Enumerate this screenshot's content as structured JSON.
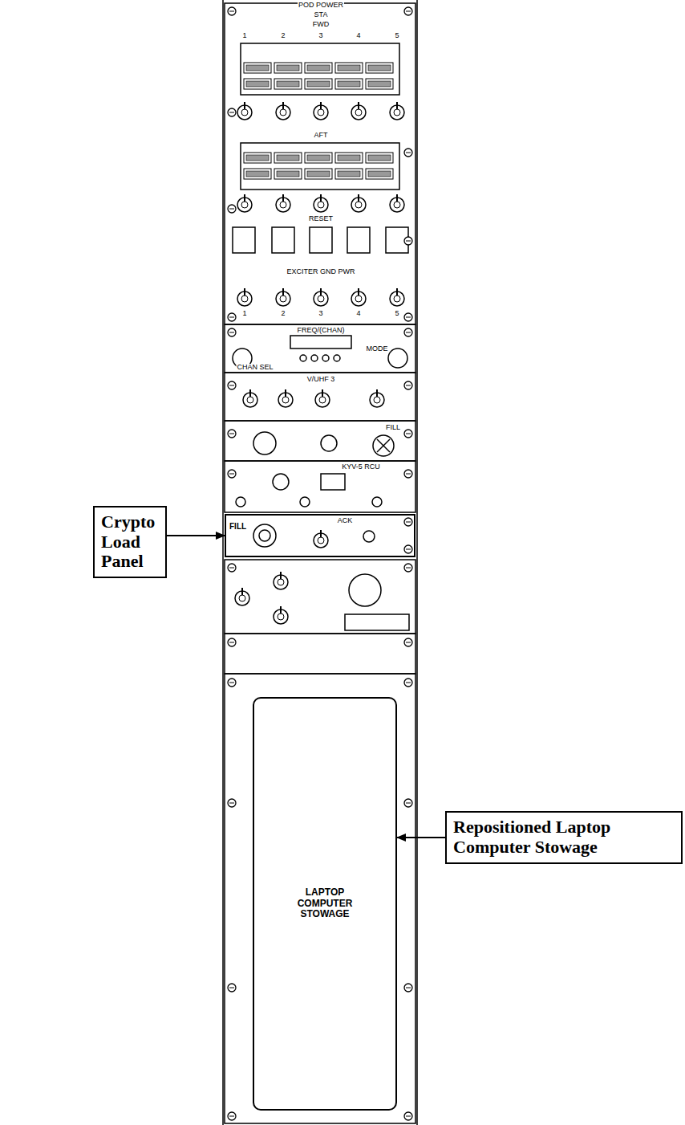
{
  "diagram": {
    "nodes": [
      {
        "text": [
          "Crypto Load Panel"
        ]
      },
      {
        "text": [
          "FILL"
        ]
      },
      {
        "text": [
          "Repositioned Laptop Computer Stowage"
        ]
      },
      {
        "text": [
          "LAPTOP COMPUTER STOWAGE"
        ]
      }
    ],
    "edges": [
      {
        "from": 0,
        "to": 1,
        "arrow": "to"
      },
      {
        "from": 2,
        "to": 3,
        "arrow": "to"
      }
    ],
    "labels": [
      "POD POWER",
      "STA",
      "FWD",
      "1",
      "2",
      "3",
      "4",
      "5",
      "AFT",
      "RESET",
      "EXCITER GND PWR",
      "1",
      "2",
      "3",
      "4",
      "5",
      "FREQ/(CHAN)",
      "CHAN SEL",
      "MODE",
      "V/UHF 3",
      "FILL",
      "KYV-5 RCU",
      "ACK"
    ]
  }
}
